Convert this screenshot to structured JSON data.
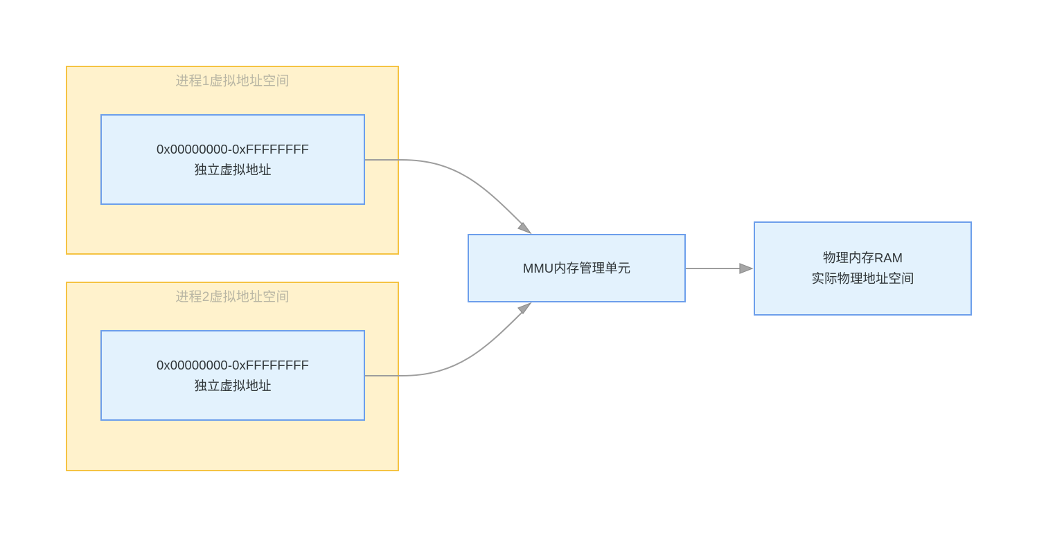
{
  "diagram": {
    "title_hidden": "",
    "colors": {
      "group_fill": "#fff2cc",
      "group_border": "#f5c342",
      "group_title_text": "#b9b6a4",
      "box_fill": "#e3f2fd",
      "box_border": "#6c9eeb",
      "box_text": "#2f3538",
      "edge_stroke": "#9d9d9d",
      "arrow_fill": "#a6a6a6",
      "canvas_background": "#ffffff"
    },
    "groups": [
      {
        "id": "process1",
        "title": "进程1虚拟地址空间",
        "box": {
          "id": "process1-vaddr",
          "line1": "0x00000000-0xFFFFFFFF",
          "line2": "独立虚拟地址"
        }
      },
      {
        "id": "process2",
        "title": "进程2虚拟地址空间",
        "box": {
          "id": "process2-vaddr",
          "line1": "0x00000000-0xFFFFFFFF",
          "line2": "独立虚拟地址"
        }
      }
    ],
    "nodes": [
      {
        "id": "mmu",
        "line1": "MMU内存管理单元",
        "line2": ""
      },
      {
        "id": "ram",
        "line1": "物理内存RAM",
        "line2": "实际物理地址空间"
      }
    ],
    "edges": [
      {
        "id": "edge-p1-to-mmu",
        "from": "process1-vaddr",
        "to": "mmu",
        "label": "",
        "style": "curved-arrow"
      },
      {
        "id": "edge-p2-to-mmu",
        "from": "process2-vaddr",
        "to": "mmu",
        "label": "",
        "style": "curved-arrow"
      },
      {
        "id": "edge-mmu-to-ram",
        "from": "mmu",
        "to": "ram",
        "label": "",
        "style": "straight-arrow"
      }
    ]
  }
}
